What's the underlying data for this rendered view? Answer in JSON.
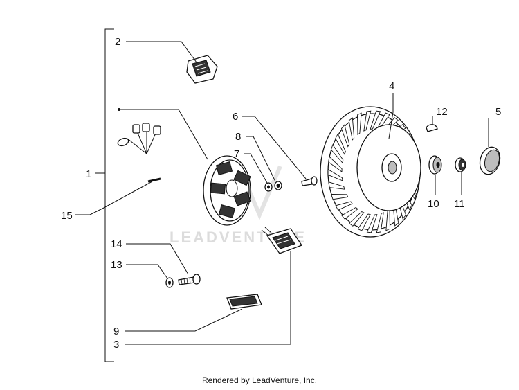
{
  "callouts": {
    "c1": "1",
    "c2": "2",
    "c3": "3",
    "c4": "4",
    "c5": "5",
    "c6": "6",
    "c7": "7",
    "c8": "8",
    "c9": "9",
    "c10": "10",
    "c11": "11",
    "c12": "12",
    "c13": "13",
    "c14": "14",
    "c15": "15"
  },
  "watermark": "LEADVENTURE",
  "footer": "Rendered by LeadVenture, Inc."
}
